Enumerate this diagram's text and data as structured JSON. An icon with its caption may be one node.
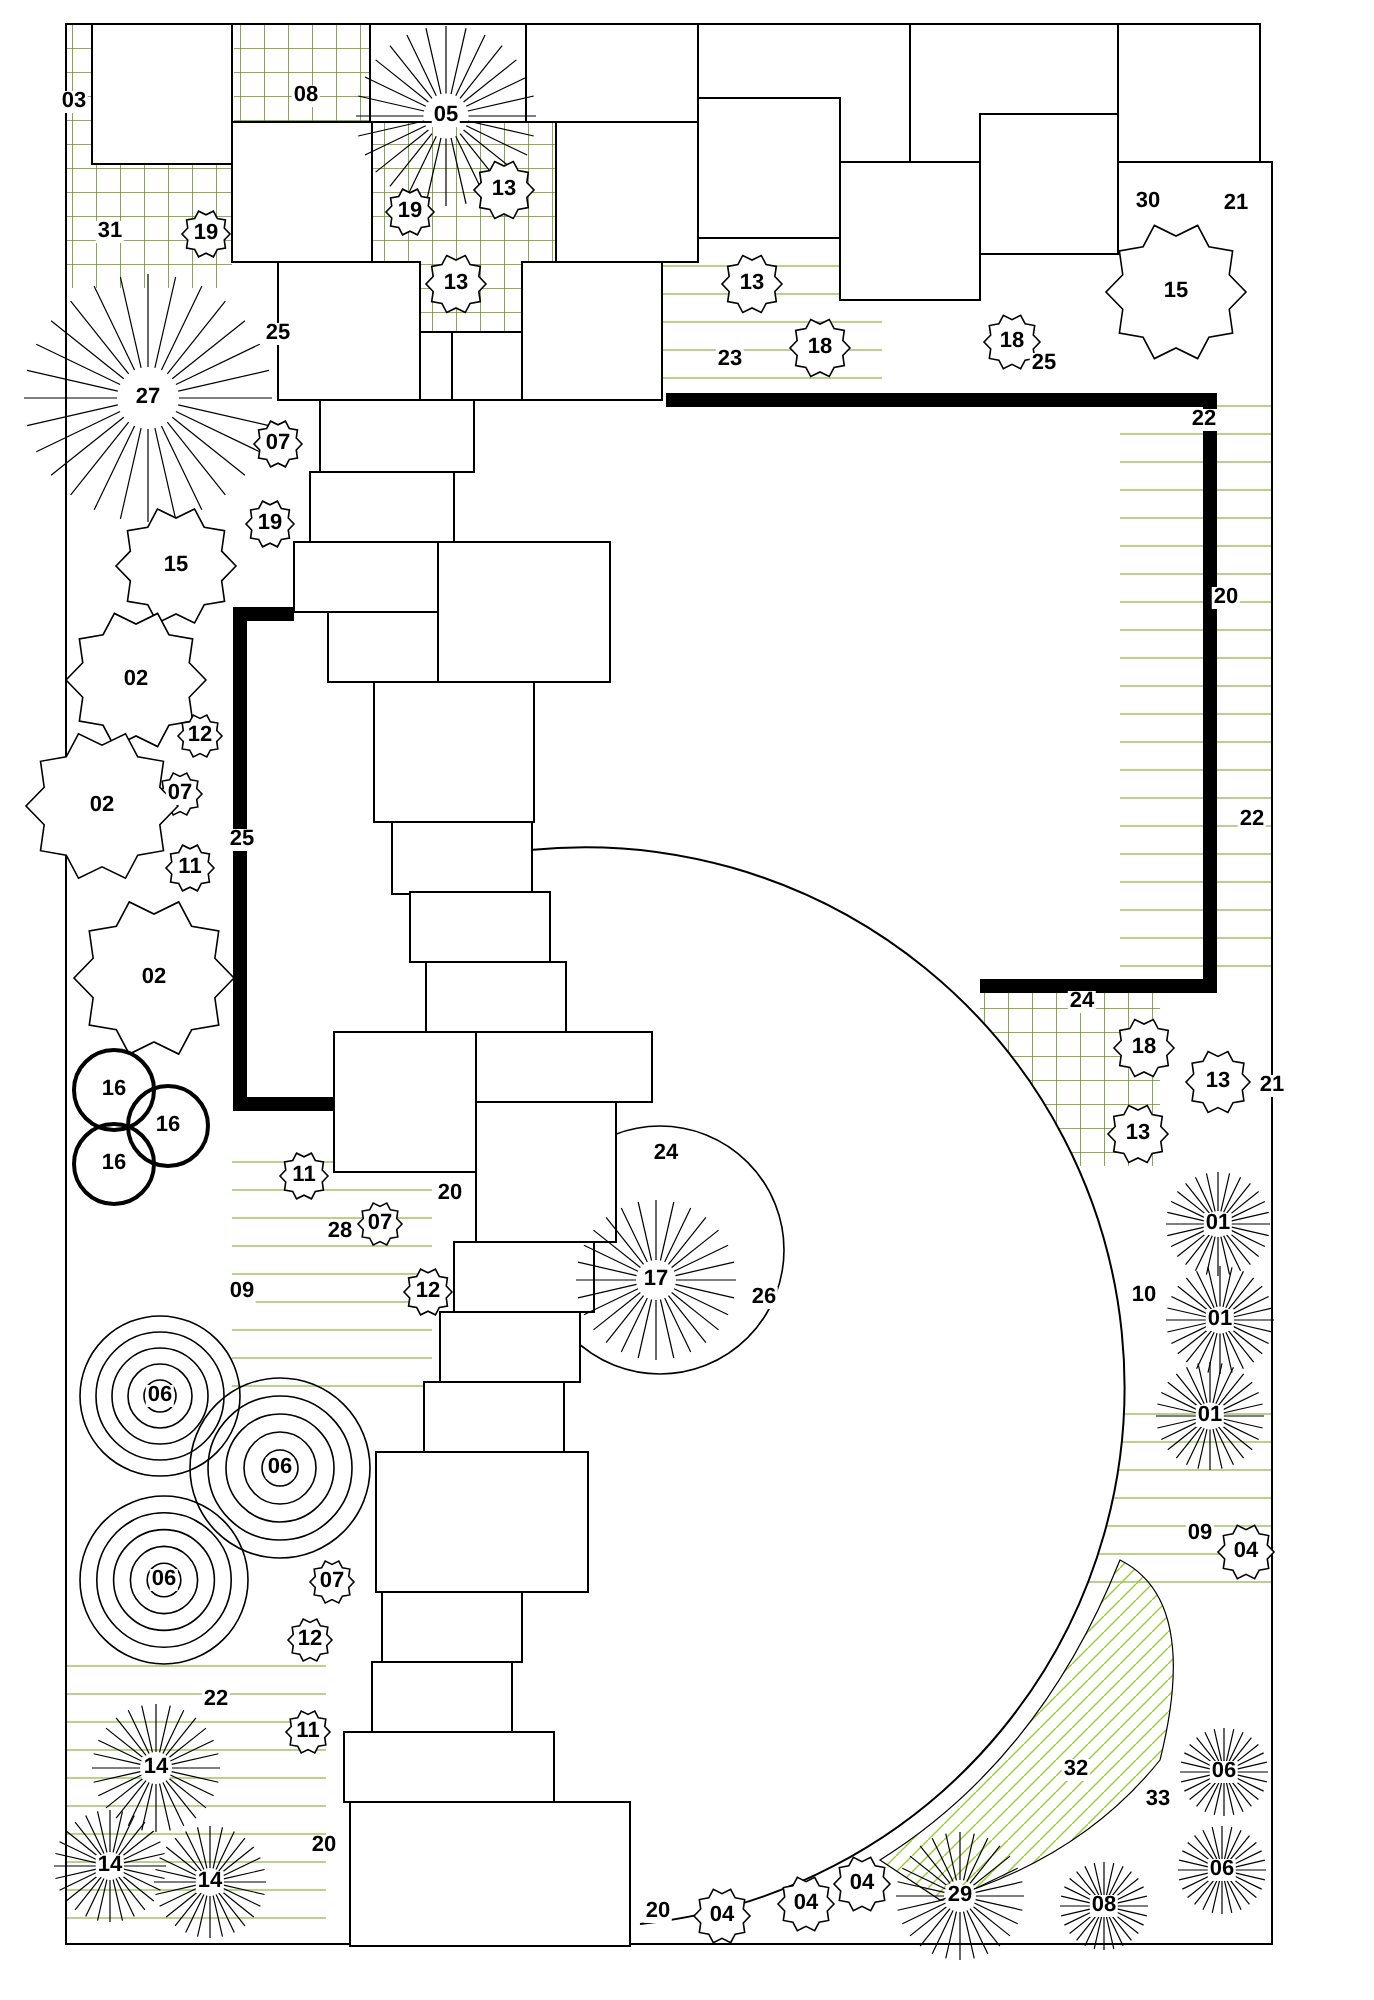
{
  "diagram": {
    "labels": [
      "08",
      "03",
      "05",
      "13",
      "30",
      "21",
      "19",
      "31",
      "19",
      "13",
      "13",
      "15",
      "25",
      "18",
      "18",
      "23",
      "25",
      "27",
      "22",
      "07",
      "19",
      "15",
      "20",
      "02",
      "12",
      "07",
      "02",
      "22",
      "25",
      "11",
      "02",
      "24",
      "18",
      "13",
      "21",
      "16",
      "16",
      "13",
      "24",
      "16",
      "11",
      "20",
      "01",
      "07",
      "28",
      "17",
      "09",
      "12",
      "10",
      "26",
      "01",
      "06",
      "01",
      "06",
      "09",
      "04",
      "06",
      "07",
      "12",
      "22",
      "11",
      "14",
      "32",
      "06",
      "33",
      "20",
      "14",
      "06",
      "14",
      "04",
      "29",
      "04",
      "08",
      "20",
      "04"
    ]
  }
}
